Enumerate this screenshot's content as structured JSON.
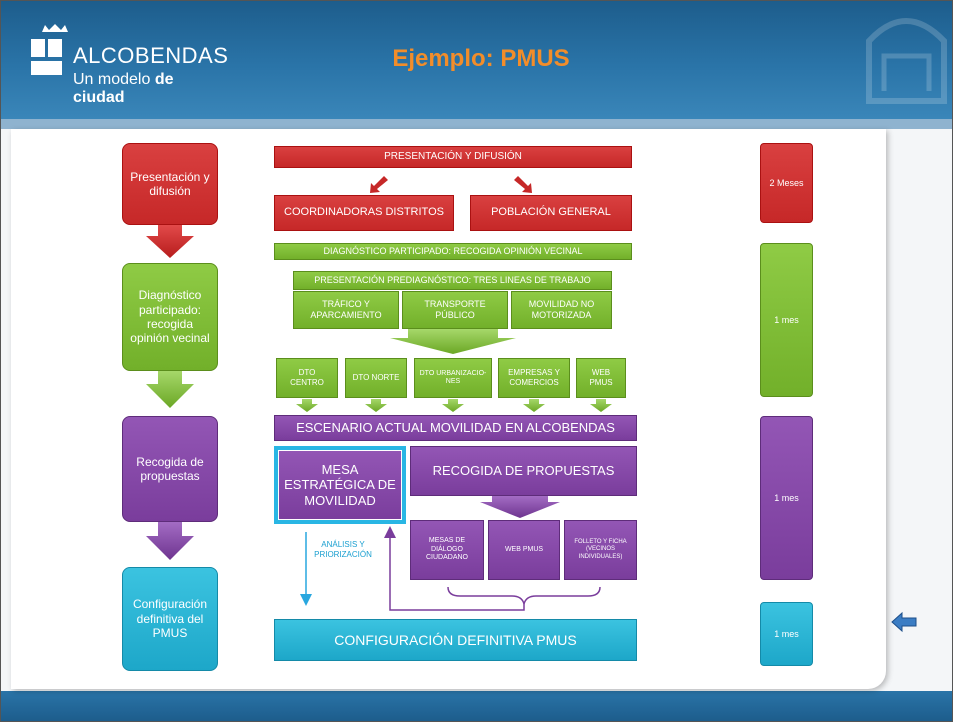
{
  "header": {
    "logo_name": "ALCOBENDAS",
    "logo_tagline_prefix": "Un modelo ",
    "logo_tagline_bold": "de ciudad",
    "title": "Ejemplo: PMUS"
  },
  "colors": {
    "header_blue": "#2a74a8",
    "title_orange": "#f28d2a",
    "red": "#c62828",
    "green": "#72b02a",
    "purple": "#7a3d9c",
    "cyan": "#1da7c9"
  },
  "phases": [
    {
      "label": "Presentación y difusión"
    },
    {
      "label": "Diagnóstico participado: recogida opinión vecinal"
    },
    {
      "label": "Recogida de propuestas"
    },
    {
      "label": "Configuración definitiva del PMUS"
    }
  ],
  "durations": [
    {
      "label": "2 Meses"
    },
    {
      "label": "1 mes"
    },
    {
      "label": "1 mes"
    },
    {
      "label": "1 mes"
    }
  ],
  "flow": {
    "presentacion": "PRESENTACIÓN Y DIFUSIÓN",
    "coordinadoras": "COORDINADORAS DISTRITOS",
    "poblacion": "POBLACIÓN GENERAL",
    "diagnostico": "DIAGNÓSTICO PARTICIPADO: RECOGIDA OPINIÓN VECINAL",
    "prediagnostico": "PRESENTACIÓN PREDIAGNÓSTICO: TRES LINEAS DE TRABAJO",
    "lines": [
      "TRÁFICO Y APARCAMIENTO",
      "TRANSPORTE PÚBLICO",
      "MOVILIDAD NO MOTORIZADA"
    ],
    "districts": [
      "DTO CENTRO",
      "DTO NORTE",
      "DTO URBANIZACIO-NES",
      "EMPRESAS Y COMERCIOS",
      "WEB PMUS"
    ],
    "escenario": "ESCENARIO ACTUAL MOVILIDAD EN ALCOBENDAS",
    "mesa": "MESA ESTRATÉGICA DE MOVILIDAD",
    "recogida": "RECOGIDA DE PROPUESTAS",
    "channels": [
      "MESAS DE DIÁLOGO CIUDADANO",
      "WEB PMUS",
      "FOLLETO Y FICHA (VECINOS INDIVIDUALES)"
    ],
    "analisis": "ANÁLISIS Y PRIORIZACIÓN",
    "configuracion": "CONFIGURACIÓN DEFINITIVA PMUS"
  },
  "nav": {
    "icon": "back-arrow-icon"
  }
}
